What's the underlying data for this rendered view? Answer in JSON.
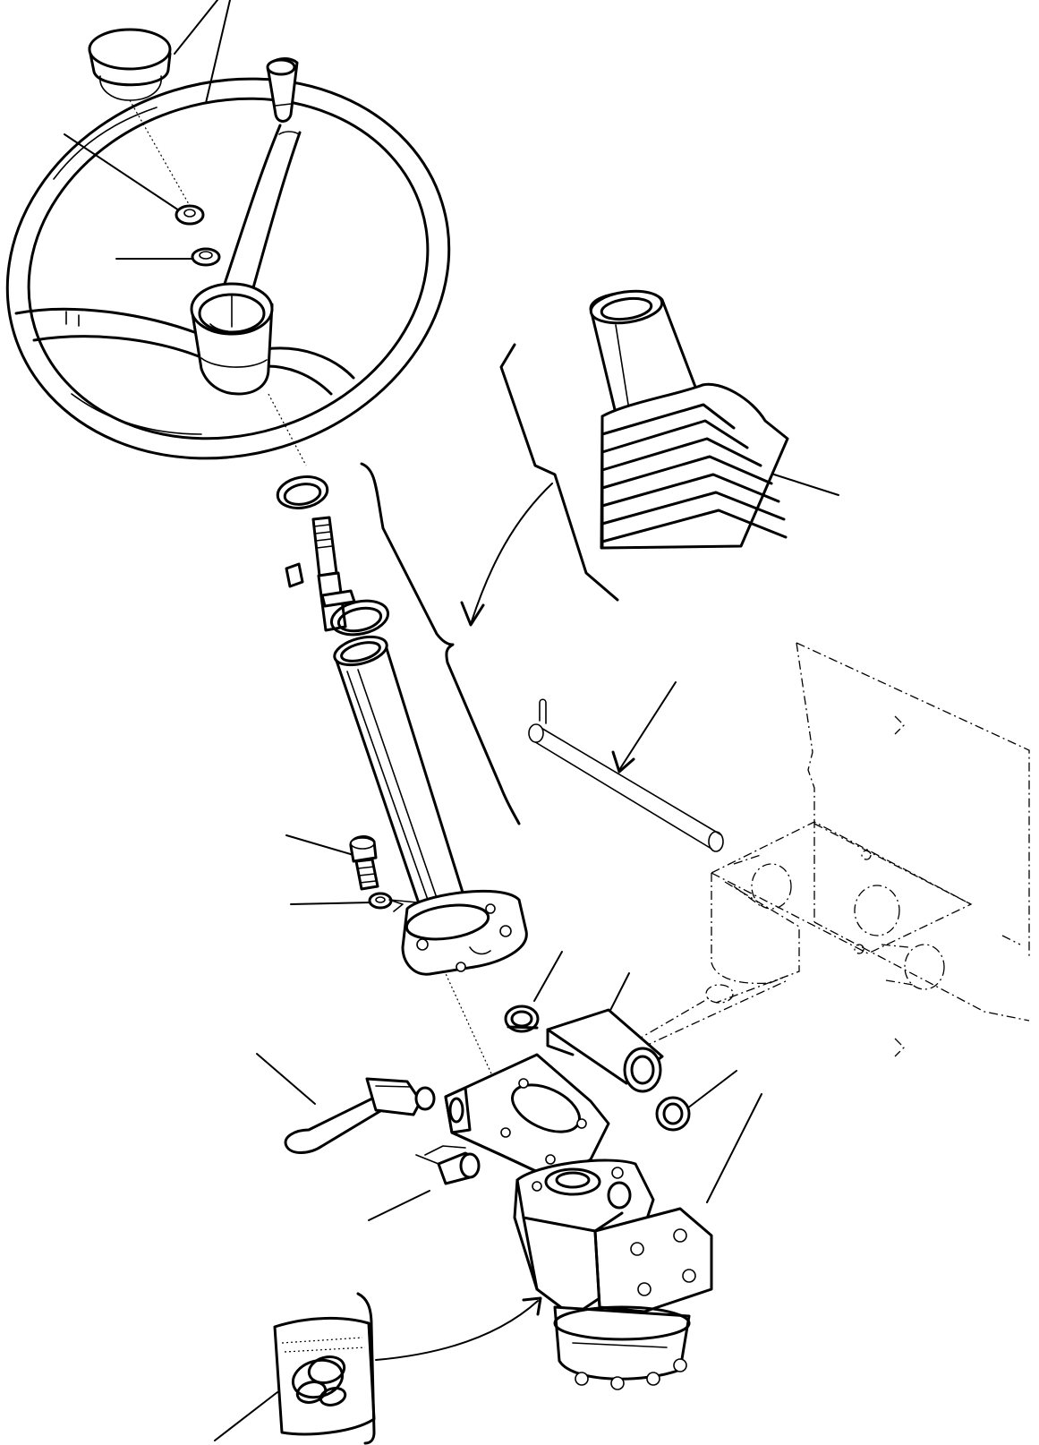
{
  "figure": {
    "title": "",
    "kind": "exploded parts drawing — steering wheel, column and control valve",
    "components": [
      "steering-wheel",
      "horn-cap",
      "wheel-nut",
      "wheel-washer",
      "shift-knob",
      "rubber-boot",
      "circlip",
      "steering-shaft",
      "column-tube",
      "mounting-bolt",
      "bolt-washer",
      "tilt-bracket",
      "bushing-left",
      "bushing-right",
      "hinge-pin",
      "frame-bracket",
      "lock-lever",
      "screw",
      "steering-valve",
      "seal-kit"
    ],
    "reference_numbers": []
  }
}
